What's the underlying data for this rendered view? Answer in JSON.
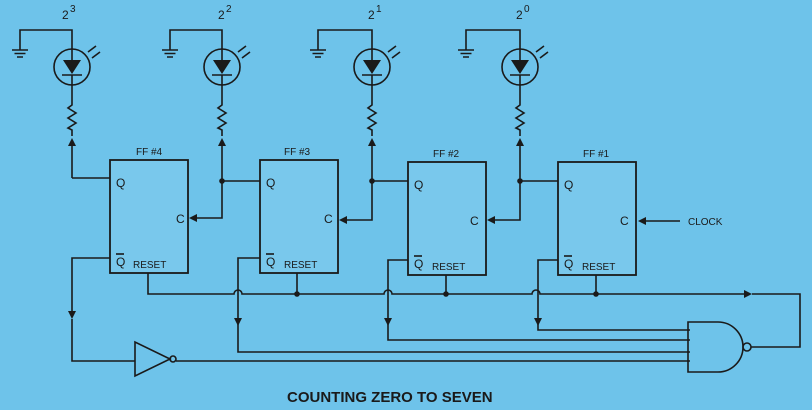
{
  "caption": "COUNTING ZERO TO SEVEN",
  "clock_label": "CLOCK",
  "pins": {
    "q": "Q",
    "qbar": "Q",
    "c": "C",
    "reset": "RESET"
  },
  "flipflops": [
    {
      "label": "FF #4"
    },
    {
      "label": "FF #3"
    },
    {
      "label": "FF #2"
    },
    {
      "label": "FF #1"
    }
  ],
  "bits": [
    {
      "base": "2",
      "exp": "3"
    },
    {
      "base": "2",
      "exp": "2"
    },
    {
      "base": "2",
      "exp": "1"
    },
    {
      "base": "2",
      "exp": "0"
    }
  ],
  "colors": {
    "background": "#6ec3ea",
    "ink": "#1a1a1a"
  }
}
